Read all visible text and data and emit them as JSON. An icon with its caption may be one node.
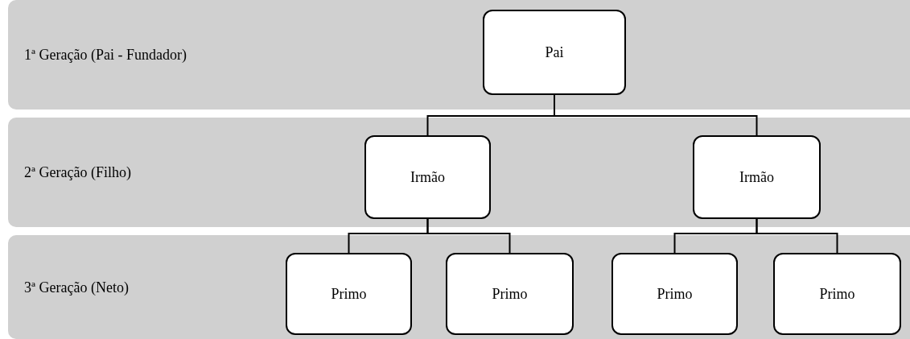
{
  "diagram": {
    "nodes": [
      {
        "text": [
          "1ª Geração (Pai - Fundador)"
        ]
      },
      {
        "text": [
          "Pai"
        ],
        "in": 0
      },
      {
        "text": [
          "2ª Geração (Filho)"
        ]
      },
      {
        "text": [
          "Irmão"
        ],
        "in": 2
      },
      {
        "text": [
          "Irmão"
        ],
        "in": 2
      },
      {
        "text": [
          "3ª Geração (Neto)"
        ]
      },
      {
        "text": [
          "Primo"
        ],
        "in": 5
      },
      {
        "text": [
          "Primo"
        ],
        "in": 5
      },
      {
        "text": [
          "Primo"
        ],
        "in": 5
      },
      {
        "text": [
          "Primo"
        ],
        "in": 5
      }
    ],
    "edges": [
      {
        "from": 1,
        "to": 3,
        "arrow": "none"
      },
      {
        "from": 1,
        "to": 4,
        "arrow": "none"
      },
      {
        "from": 3,
        "to": 6,
        "arrow": "none"
      },
      {
        "from": 3,
        "to": 7,
        "arrow": "none"
      },
      {
        "from": 4,
        "to": 8,
        "arrow": "none"
      },
      {
        "from": 4,
        "to": 9,
        "arrow": "none"
      }
    ]
  }
}
